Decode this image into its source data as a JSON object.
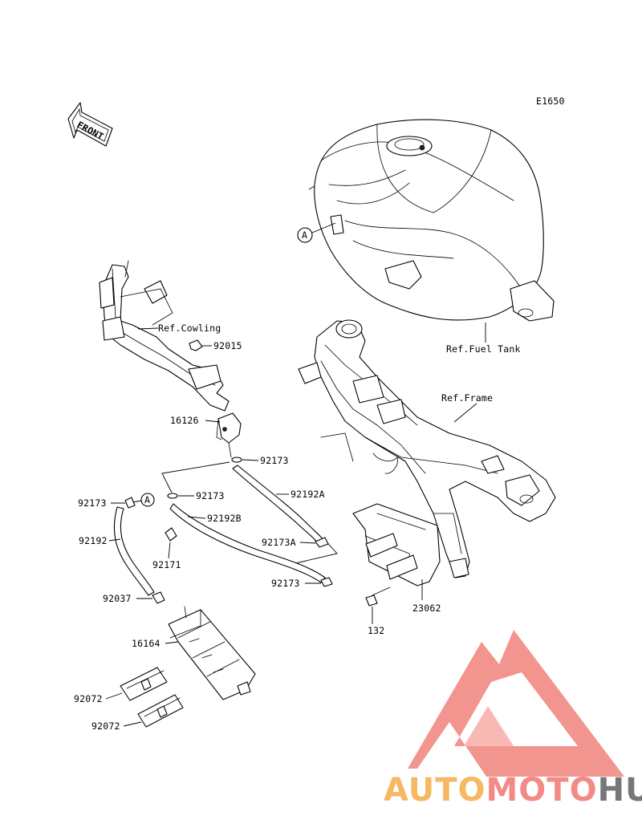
{
  "diagram_code": "E1650",
  "front_label": "FRONT",
  "refs": {
    "fuel_tank": "Ref.Fuel Tank",
    "cowling": "Ref.Cowling",
    "frame": "Ref.Frame"
  },
  "callout_letter": "A",
  "parts": {
    "p92015": "92015",
    "p16126": "16126",
    "p92173_a": "92173",
    "p92173_b": "92173",
    "p92173_c": "92173",
    "p92173_d": "92173",
    "p92192A": "92192A",
    "p92192B": "92192B",
    "p92173A": "92173A",
    "p92192": "92192",
    "p92171": "92171",
    "p92037": "92037",
    "p16164": "16164",
    "p92072_a": "92072",
    "p92072_b": "92072",
    "p23062": "23062",
    "p132": "132"
  },
  "watermark": {
    "part1": "AUTO",
    "part2": "MOTO",
    "part3": "HUB",
    "colors": {
      "auto": "#f6b860",
      "moto": "#f28b85",
      "hub": "#777777",
      "logo": "#f3908a"
    }
  }
}
